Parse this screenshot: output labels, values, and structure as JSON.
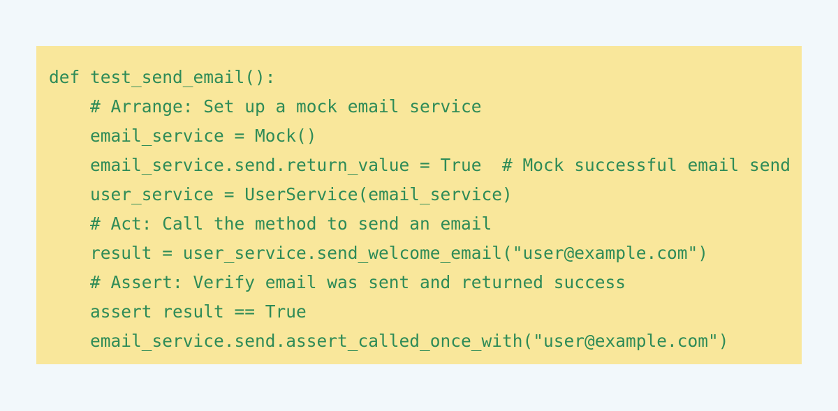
{
  "code_block": {
    "language": "python",
    "colors": {
      "background": "#f2f8fb",
      "panel": "#f9e79b",
      "text": "#2e8b57"
    },
    "lines": [
      "def test_send_email():",
      "    # Arrange: Set up a mock email service",
      "    email_service = Mock()",
      "    email_service.send.return_value = True  # Mock successful email send",
      "    user_service = UserService(email_service)",
      "    # Act: Call the method to send an email",
      "    result = user_service.send_welcome_email(\"user@example.com\")",
      "    # Assert: Verify email was sent and returned success",
      "    assert result == True",
      "    email_service.send.assert_called_once_with(\"user@example.com\")"
    ]
  }
}
